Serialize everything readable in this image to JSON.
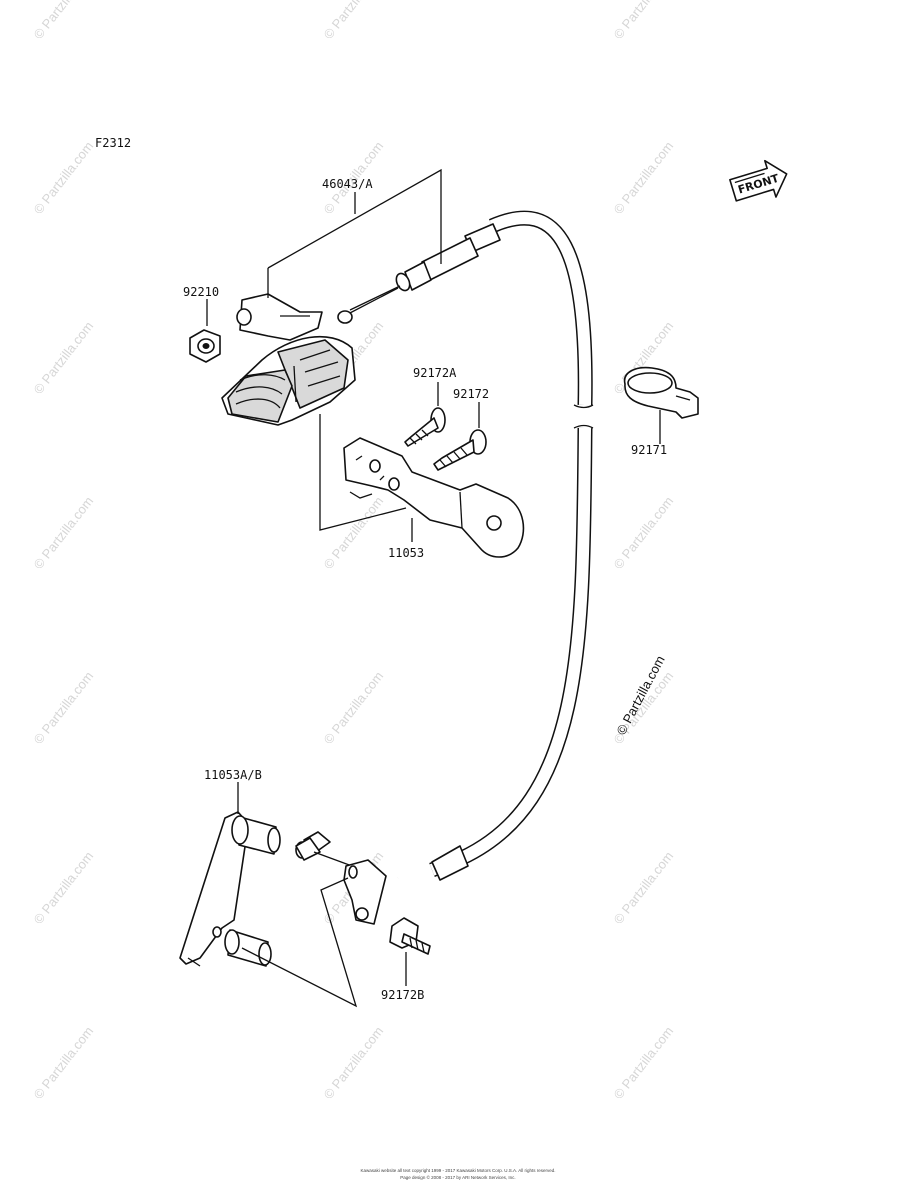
{
  "figure_code": "F2312",
  "front_marker": {
    "text": "FRONT",
    "icon": "front-arrow-icon"
  },
  "callouts": [
    {
      "id": "lbl-46043A",
      "text": "46043/A"
    },
    {
      "id": "lbl-92210",
      "text": "92210"
    },
    {
      "id": "lbl-92172A",
      "text": "92172A"
    },
    {
      "id": "lbl-92172",
      "text": "92172"
    },
    {
      "id": "lbl-92171",
      "text": "92171"
    },
    {
      "id": "lbl-11053",
      "text": "11053"
    },
    {
      "id": "lbl-11053AB",
      "text": "11053A/B"
    },
    {
      "id": "lbl-92172B",
      "text": "92172B"
    }
  ],
  "copyright_mark": "© Partzilla.com",
  "watermark_text": "© Partzilla.com",
  "footer": {
    "line1": "Kawasaki website all text copyright 1999 - 2017 Kawasaki Motors Corp. U.S.A. All rights reserved.",
    "line2": "Page design © 2008 - 2017 by ARI Network Services, Inc."
  }
}
